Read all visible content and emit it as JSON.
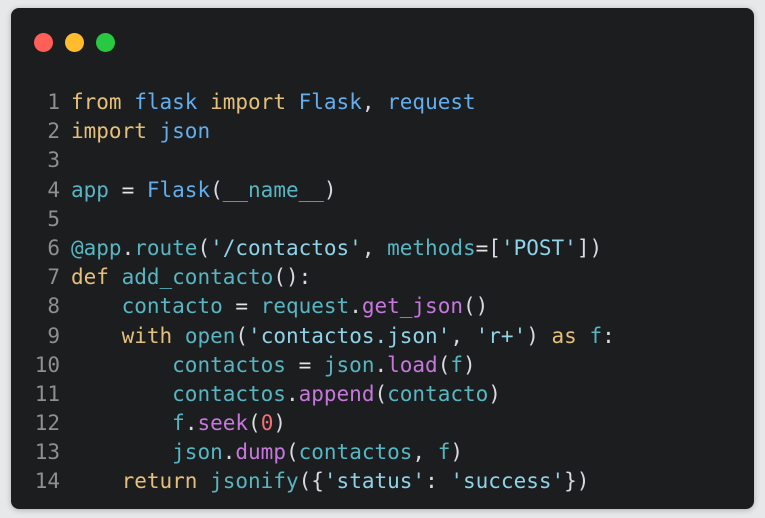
{
  "window": {
    "traffic_lights": [
      {
        "name": "close",
        "color": "#ff5f57"
      },
      {
        "name": "minimize",
        "color": "#febc2e"
      },
      {
        "name": "zoom",
        "color": "#28c840"
      }
    ]
  },
  "code": {
    "language": "python",
    "lines": [
      {
        "n": "1",
        "tokens": [
          [
            "kw",
            "from"
          ],
          [
            "p",
            " "
          ],
          [
            "mod",
            "flask"
          ],
          [
            "p",
            " "
          ],
          [
            "kw",
            "import"
          ],
          [
            "p",
            " "
          ],
          [
            "mod",
            "Flask"
          ],
          [
            "p",
            ", "
          ],
          [
            "mod",
            "request"
          ]
        ]
      },
      {
        "n": "2",
        "tokens": [
          [
            "kw",
            "import"
          ],
          [
            "p",
            " "
          ],
          [
            "mod",
            "json"
          ]
        ]
      },
      {
        "n": "3",
        "tokens": []
      },
      {
        "n": "4",
        "tokens": [
          [
            "id",
            "app"
          ],
          [
            "eq",
            " = "
          ],
          [
            "mod",
            "Flask"
          ],
          [
            "p",
            "("
          ],
          [
            "id",
            "__name__"
          ],
          [
            "p",
            ")"
          ]
        ]
      },
      {
        "n": "5",
        "tokens": []
      },
      {
        "n": "6",
        "tokens": [
          [
            "id",
            "@app"
          ],
          [
            "p",
            "."
          ],
          [
            "id",
            "route"
          ],
          [
            "p",
            "("
          ],
          [
            "str",
            "'/contactos'"
          ],
          [
            "p",
            ", "
          ],
          [
            "id",
            "methods"
          ],
          [
            "eq",
            "="
          ],
          [
            "p",
            "["
          ],
          [
            "str",
            "'POST'"
          ],
          [
            "p",
            "])"
          ]
        ]
      },
      {
        "n": "7",
        "tokens": [
          [
            "kw",
            "def"
          ],
          [
            "p",
            " "
          ],
          [
            "id",
            "add_contacto"
          ],
          [
            "p",
            "():"
          ]
        ]
      },
      {
        "n": "8",
        "tokens": [
          [
            "p",
            "    "
          ],
          [
            "id",
            "contacto"
          ],
          [
            "eq",
            " = "
          ],
          [
            "id",
            "request"
          ],
          [
            "p",
            "."
          ],
          [
            "fn",
            "get_json"
          ],
          [
            "p",
            "()"
          ]
        ]
      },
      {
        "n": "9",
        "tokens": [
          [
            "p",
            "    "
          ],
          [
            "kw",
            "with"
          ],
          [
            "p",
            " "
          ],
          [
            "id",
            "open"
          ],
          [
            "p",
            "("
          ],
          [
            "str",
            "'contactos.json'"
          ],
          [
            "p",
            ", "
          ],
          [
            "str",
            "'r+'"
          ],
          [
            "p",
            ") "
          ],
          [
            "kw",
            "as"
          ],
          [
            "p",
            " "
          ],
          [
            "id",
            "f"
          ],
          [
            "p",
            ":"
          ]
        ]
      },
      {
        "n": "10",
        "tokens": [
          [
            "p",
            "        "
          ],
          [
            "id",
            "contactos"
          ],
          [
            "eq",
            " = "
          ],
          [
            "id",
            "json"
          ],
          [
            "p",
            "."
          ],
          [
            "fn",
            "load"
          ],
          [
            "p",
            "("
          ],
          [
            "id",
            "f"
          ],
          [
            "p",
            ")"
          ]
        ]
      },
      {
        "n": "11",
        "tokens": [
          [
            "p",
            "        "
          ],
          [
            "id",
            "contactos"
          ],
          [
            "p",
            "."
          ],
          [
            "fn",
            "append"
          ],
          [
            "p",
            "("
          ],
          [
            "id",
            "contacto"
          ],
          [
            "p",
            ")"
          ]
        ]
      },
      {
        "n": "12",
        "tokens": [
          [
            "p",
            "        "
          ],
          [
            "id",
            "f"
          ],
          [
            "p",
            "."
          ],
          [
            "fn",
            "seek"
          ],
          [
            "p",
            "("
          ],
          [
            "num",
            "0"
          ],
          [
            "p",
            ")"
          ]
        ]
      },
      {
        "n": "13",
        "tokens": [
          [
            "p",
            "        "
          ],
          [
            "id",
            "json"
          ],
          [
            "p",
            "."
          ],
          [
            "fn",
            "dump"
          ],
          [
            "p",
            "("
          ],
          [
            "id",
            "contactos"
          ],
          [
            "p",
            ", "
          ],
          [
            "id",
            "f"
          ],
          [
            "p",
            ")"
          ]
        ]
      },
      {
        "n": "14",
        "tokens": [
          [
            "p",
            "    "
          ],
          [
            "kw",
            "return"
          ],
          [
            "p",
            " "
          ],
          [
            "id",
            "jsonify"
          ],
          [
            "p",
            "({"
          ],
          [
            "str",
            "'status'"
          ],
          [
            "p",
            ": "
          ],
          [
            "str",
            "'success'"
          ],
          [
            "p",
            "})"
          ]
        ]
      }
    ]
  }
}
